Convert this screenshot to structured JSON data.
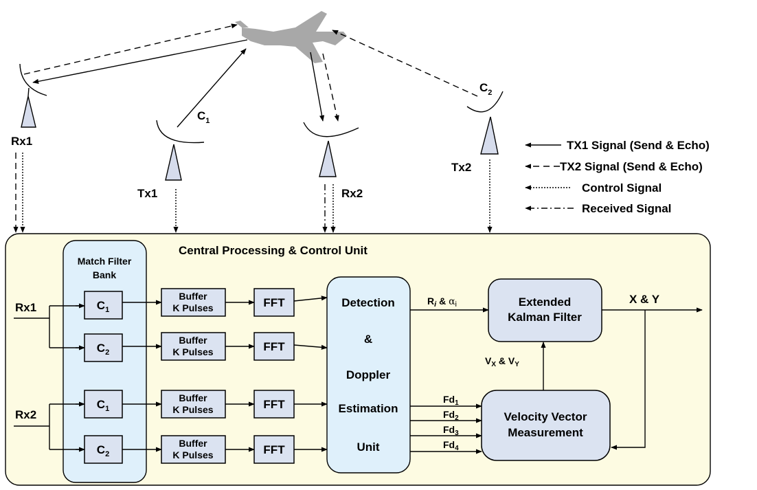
{
  "antennas": {
    "rx1": "Rx1",
    "tx1": "Tx1",
    "rx2": "Rx2",
    "tx2": "Tx2",
    "c1": "C",
    "c1_sub": "1",
    "c2": "C",
    "c2_sub": "2"
  },
  "legend": [
    {
      "label": "TX1 Signal (Send & Echo)",
      "style": "solid"
    },
    {
      "label": "TX2 Signal (Send & Echo)",
      "style": "dashed"
    },
    {
      "label": "Control Signal",
      "style": "dotted"
    },
    {
      "label": "Received Signal",
      "style": "dash-dot"
    }
  ],
  "unit": {
    "title": "Central Processing  & Control Unit",
    "bank_title_line1": "Match Filter",
    "bank_title_line2": "Bank",
    "inputs": [
      "Rx1",
      "Rx2"
    ],
    "filters": [
      {
        "c": "C",
        "sub": "1"
      },
      {
        "c": "C",
        "sub": "2"
      },
      {
        "c": "C",
        "sub": "1"
      },
      {
        "c": "C",
        "sub": "2"
      }
    ],
    "buffer_line1": "Buffer",
    "buffer_line2": "K Pulses",
    "fft": "FFT",
    "detection_lines": [
      "Detection",
      "&",
      "Doppler",
      "Estimation",
      "Unit"
    ],
    "fd_labels": [
      {
        "t": "Fd",
        "sub": "1"
      },
      {
        "t": "Fd",
        "sub": "2"
      },
      {
        "t": "Fd",
        "sub": "3"
      },
      {
        "t": "Fd",
        "sub": "4"
      }
    ],
    "range_label": "R",
    "range_label_i": "i",
    "range_label_rest": " & ",
    "alpha": "α",
    "alpha_sub": "i",
    "ekf_line1": "Extended",
    "ekf_line2": "Kalman Filter",
    "output": "X & Y",
    "vel_label_v": "V",
    "vel_label_x": "X",
    "vel_label_amp": " & V",
    "vel_label_y": "Y",
    "vvm_line1": "Velocity Vector",
    "vvm_line2": "Measurement"
  },
  "colors": {
    "unit_bg": "#fdfbe2",
    "bank_bg": "#dff0fb",
    "box": "#dbe3f1",
    "aircraft": "#a8a8a8",
    "antenna": "#d6dcec"
  }
}
